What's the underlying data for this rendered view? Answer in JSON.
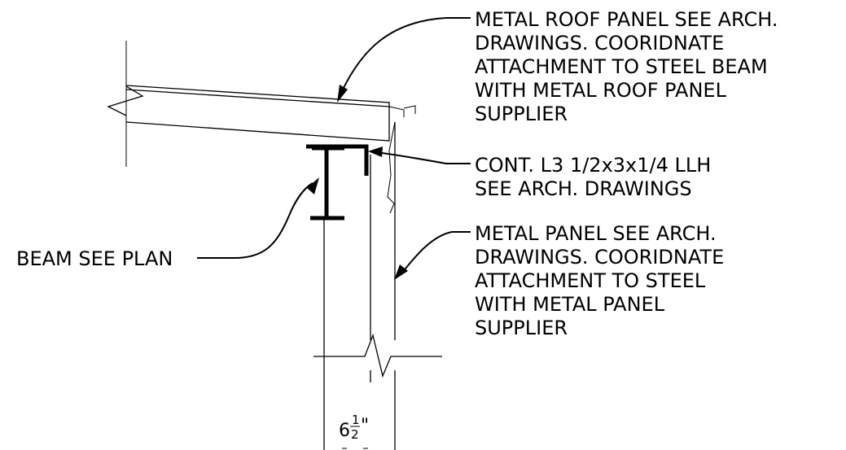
{
  "notes": {
    "roof_panel": [
      "METAL ROOF PANEL SEE ARCH.",
      "DRAWINGS. COORIDNATE",
      "ATTACHMENT TO STEEL BEAM",
      "WITH METAL ROOF PANEL",
      "SUPPLIER"
    ],
    "angle": [
      "CONT. L3 1/2x3x1/4 LLH",
      "SEE ARCH. DRAWINGS"
    ],
    "wall_panel": [
      "METAL PANEL SEE ARCH.",
      "DRAWINGS. COORIDNATE",
      "ATTACHMENT TO STEEL",
      "WITH METAL PANEL",
      "SUPPLIER"
    ],
    "beam": "BEAM SEE PLAN"
  },
  "dimension": {
    "whole": "6",
    "numerator": "1",
    "denominator": "2",
    "unit": "\""
  }
}
